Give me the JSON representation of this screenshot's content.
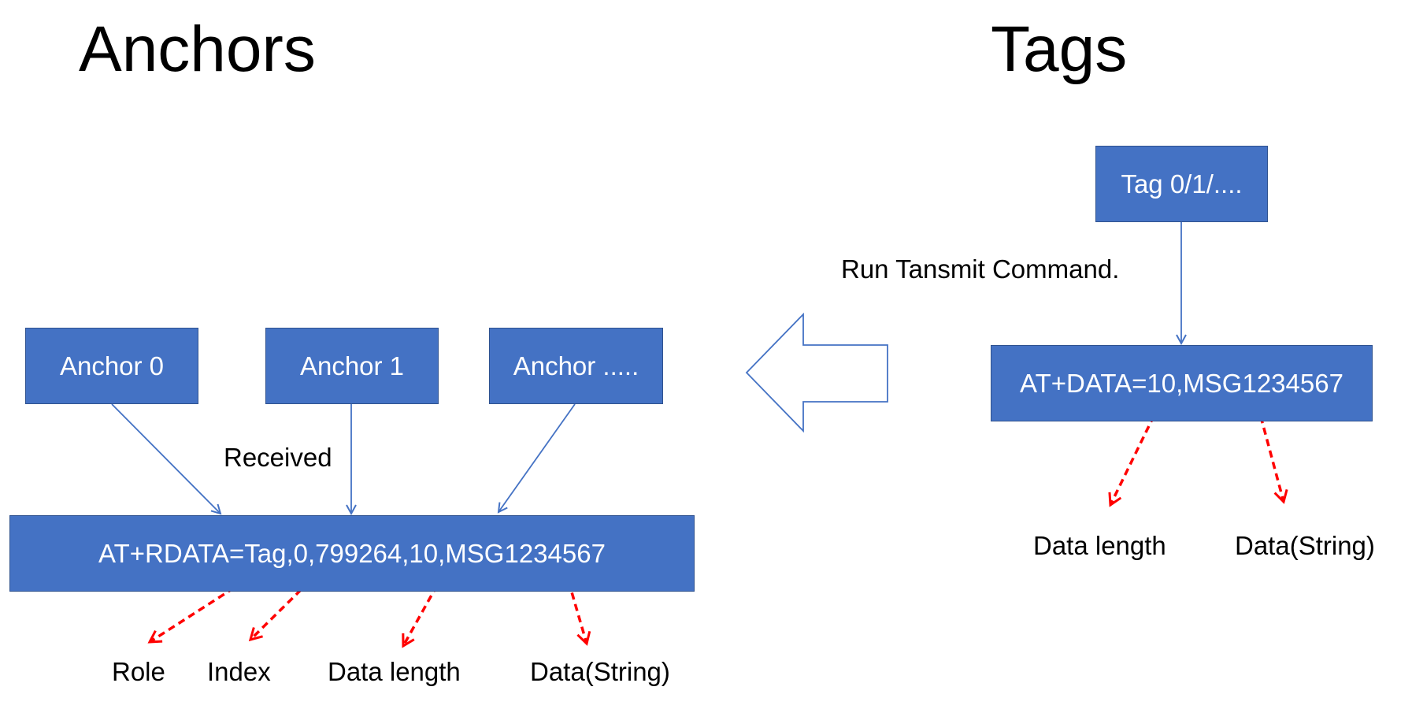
{
  "titles": {
    "left": "Anchors",
    "right": "Tags"
  },
  "anchors": {
    "boxes": [
      "Anchor 0",
      "Anchor 1",
      "Anchor ....."
    ],
    "received_label": "Received",
    "command": "AT+RDATA=Tag,0,799264,10,MSG1234567",
    "fields": [
      "Role",
      "Index",
      "Data length",
      "Data(String)"
    ]
  },
  "tags": {
    "box": "Tag 0/1/....",
    "action_label": "Run Tansmit Command.",
    "command": "AT+DATA=10,MSG1234567",
    "fields": [
      "Data length",
      "Data(String)"
    ]
  },
  "colors": {
    "box_fill": "#4472c4",
    "box_border": "#2f528f",
    "connector": "#4472c4",
    "field_arrow": "#ff0000"
  }
}
